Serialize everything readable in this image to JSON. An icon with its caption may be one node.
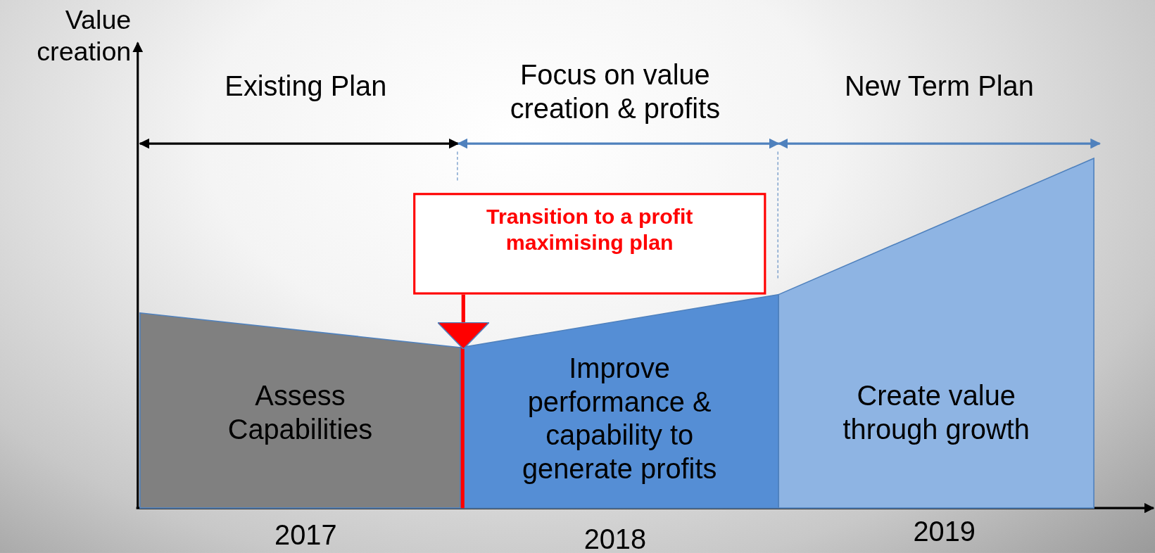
{
  "diagram": {
    "nodes": [
      {
        "text": [
          "Existing Plan"
        ]
      },
      {
        "text": [
          "Focus on value creation & profits"
        ]
      },
      {
        "text": [
          "New Term Plan"
        ]
      },
      {
        "text": [
          "Transition to a profit maximising plan"
        ]
      },
      {
        "text": [
          "Assess Capabilities"
        ]
      },
      {
        "text": [
          "Improve performance & capability to generate profits"
        ]
      },
      {
        "text": [
          "Create value through growth"
        ]
      }
    ],
    "edges": [
      {
        "from": 3,
        "to": 5,
        "arrow": "to",
        "color": "#ff0000"
      }
    ],
    "labels": [
      "Value creation",
      "2017",
      "2018",
      "2019"
    ]
  }
}
